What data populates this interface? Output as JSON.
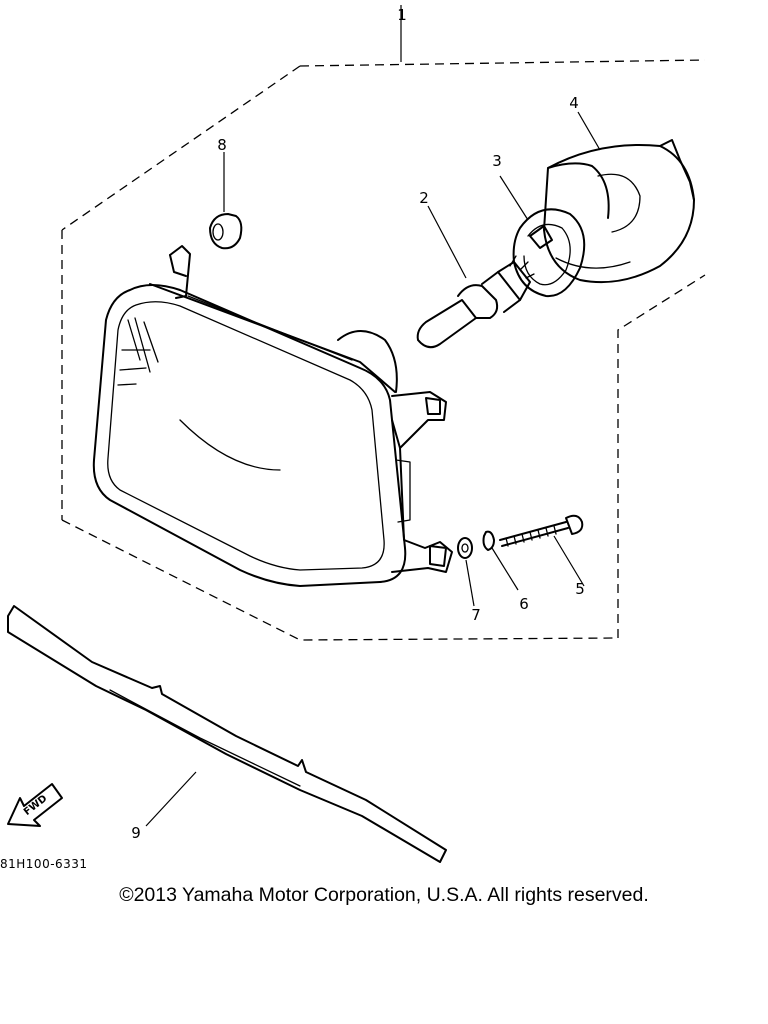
{
  "diagram": {
    "callouts": {
      "c1": "1",
      "c2": "2",
      "c3": "3",
      "c4": "4",
      "c5": "5",
      "c6": "6",
      "c7": "7",
      "c8": "8",
      "c9": "9"
    },
    "drawing_code": "81H100-6331",
    "fwd_label": "FWD"
  },
  "footer": {
    "copyright": "©2013 Yamaha Motor Corporation, U.S.A. All rights reserved."
  }
}
